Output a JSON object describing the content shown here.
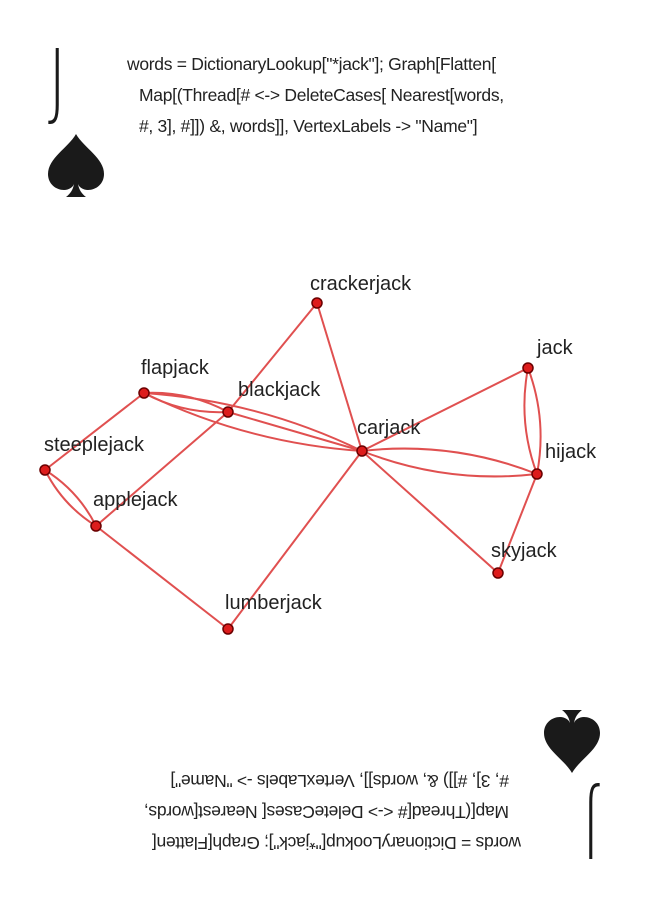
{
  "card": {
    "rank": "J",
    "suit": "spade-icon",
    "code_lines": [
      "words = DictionaryLookup[\"*jack\"]; Graph[Flatten[",
      "Map[(Thread[# <-> DeleteCases[ Nearest[words,",
      "#, 3], #]]) &, words]], VertexLabels -> \"Name\"]"
    ]
  },
  "colors": {
    "edge": "#e05050",
    "vertex": "#dd1c1c",
    "vertex_stroke": "#6a0000",
    "ink": "#1a1a1a"
  },
  "graph": {
    "vertices": [
      "crackerjack",
      "jack",
      "flapjack",
      "blackjack",
      "carjack",
      "hijack",
      "steeplejack",
      "applejack",
      "skyjack",
      "lumberjack"
    ],
    "edges": [
      [
        "crackerjack",
        "blackjack",
        0
      ],
      [
        "crackerjack",
        "carjack",
        0
      ],
      [
        "jack",
        "carjack",
        0
      ],
      [
        "jack",
        "hijack",
        1
      ],
      [
        "jack",
        "hijack",
        -1
      ],
      [
        "flapjack",
        "blackjack",
        1
      ],
      [
        "flapjack",
        "blackjack",
        -1
      ],
      [
        "flapjack",
        "carjack",
        1
      ],
      [
        "flapjack",
        "carjack",
        -1
      ],
      [
        "blackjack",
        "carjack",
        0
      ],
      [
        "blackjack",
        "applejack",
        0
      ],
      [
        "flapjack",
        "steeplejack",
        0
      ],
      [
        "steeplejack",
        "applejack",
        1
      ],
      [
        "steeplejack",
        "applejack",
        -1
      ],
      [
        "applejack",
        "lumberjack",
        0
      ],
      [
        "lumberjack",
        "carjack",
        0
      ],
      [
        "carjack",
        "hijack",
        1
      ],
      [
        "carjack",
        "hijack",
        -1
      ],
      [
        "carjack",
        "skyjack",
        0
      ],
      [
        "hijack",
        "skyjack",
        0
      ]
    ]
  }
}
